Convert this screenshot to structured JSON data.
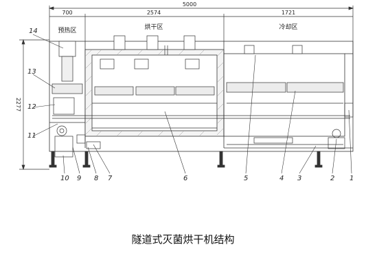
{
  "dimensions": {
    "overall": "5000",
    "preheat_width": "700",
    "drying_width": "2574",
    "cooling_width": "1721",
    "height": "2277"
  },
  "zones": {
    "preheat": "预热区",
    "drying": "烘干区",
    "cooling": "冷却区"
  },
  "callouts": [
    "14",
    "13",
    "12",
    "11",
    "10",
    "9",
    "8",
    "7",
    "6",
    "5",
    "4",
    "3",
    "2",
    "1"
  ],
  "caption": "隧道式灭菌烘干机结构"
}
